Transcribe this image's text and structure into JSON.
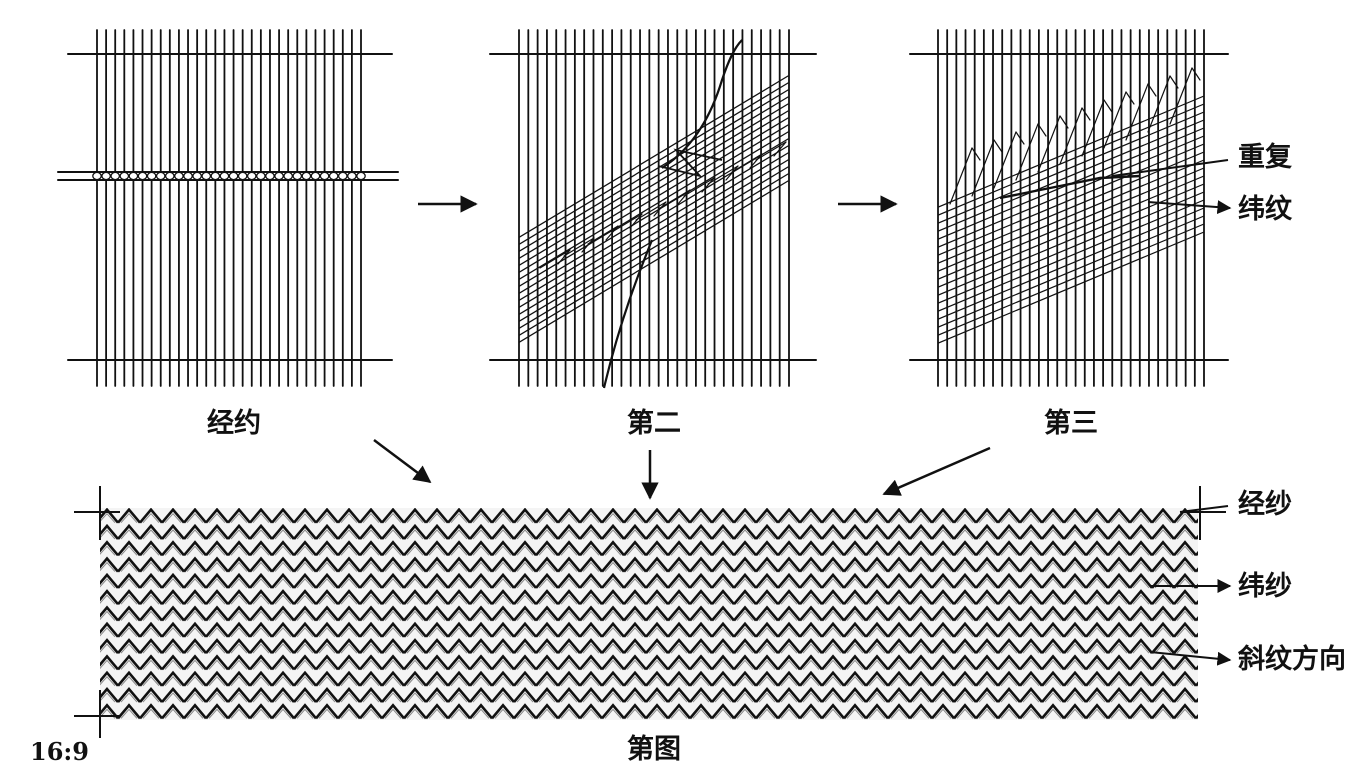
{
  "panels": [
    {
      "label": "经约"
    },
    {
      "label": "第二"
    },
    {
      "label": "第三"
    }
  ],
  "annotations": {
    "repeat": "重复",
    "weft_pattern": "纬纹",
    "warp_yarn": "经纱",
    "weft_yarn": "纬纱",
    "twill_direction": "斜纹方向"
  },
  "fabric_label": "第图",
  "corner_note": "16:9",
  "colors": {
    "ink": "#111111",
    "fabric_light": "#f4f4f4",
    "background": "#ffffff"
  }
}
